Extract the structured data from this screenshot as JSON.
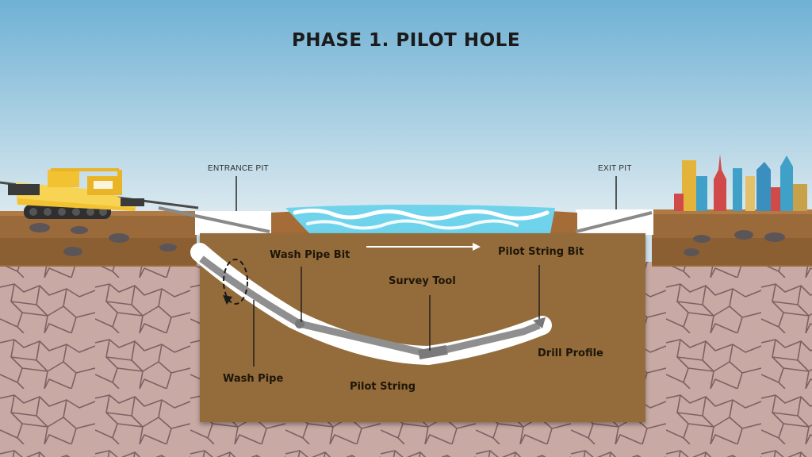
{
  "title": "PHASE 1. PILOT HOLE",
  "pits": {
    "entrance": "ENTRANCE PIT",
    "exit": "EXIT PIT"
  },
  "labels": {
    "wash_pipe_bit": "Wash Pipe Bit",
    "pilot_string_bit": "Pilot String Bit",
    "survey_tool": "Survey Tool",
    "drill_profile": "Drill Profile",
    "wash_pipe": "Wash Pipe",
    "pilot_string": "Pilot String"
  },
  "colors": {
    "sky_top": "#6fb1d4",
    "sky_bottom": "#d9e8ef",
    "soil": "#9a6a3a",
    "cutaway": "#946c3a",
    "rock": "#c8a9a3",
    "rock_cracks": "#7d6163",
    "water": "#6fd3ec",
    "pipe": "#8f8f8f",
    "bore": "#ffffff",
    "rig": "#f2c232"
  },
  "icons": {
    "rig": "drilling-rig-icon",
    "city": "city-skyline-icon",
    "arrow": "arrow-right-icon",
    "rotation": "rotation-arrow-icon"
  }
}
